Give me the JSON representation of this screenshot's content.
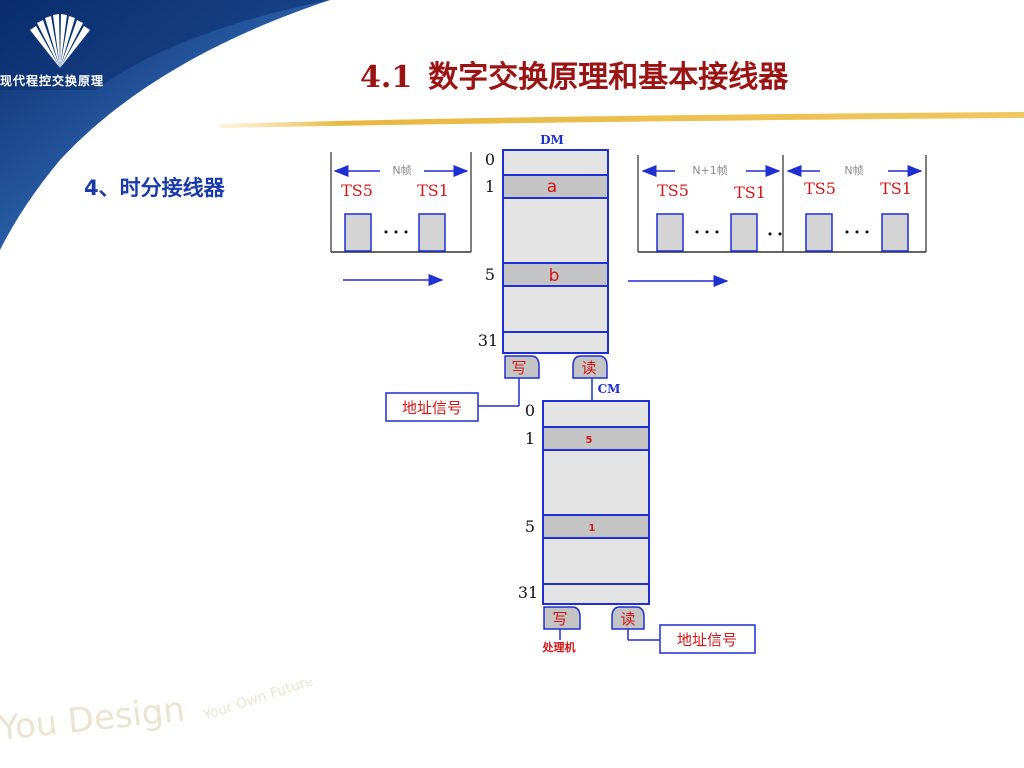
{
  "header": {
    "logo_text": "现代程控交换原理",
    "section_number": "4.1",
    "title": "数字交换原理和基本接线器"
  },
  "subtitle": "4、时分接线器",
  "diagram": {
    "dm_label": "DM",
    "cm_label": "CM",
    "frames": {
      "left_label": "N帧",
      "middle_label": "N+1帧",
      "right_label": "N帧"
    },
    "timeslots": {
      "ts5": "TS5",
      "ts1": "TS1",
      "dots": "• • •"
    },
    "dm_rows": {
      "r0": "0",
      "r1": "1",
      "r5": "5",
      "r31": "31",
      "cell_a": "a",
      "cell_b": "b"
    },
    "cm_rows": {
      "r0": "0",
      "r1": "1",
      "r5": "5",
      "r31": "31",
      "cell_1": "5",
      "cell_5": "1"
    },
    "dm_write": "写",
    "dm_read": "读",
    "cm_write": "写",
    "cm_read": "读",
    "address_signal_left": "地址信号",
    "address_signal_right": "地址信号",
    "processor": "处理机"
  },
  "watermark": "You Design Your Own Future",
  "colors": {
    "title_red": "#9b1414",
    "subtitle_blue": "#1a3aa8",
    "line_blue": "#1f2fd0",
    "cell_gray": "#c4c4c4",
    "cell_light": "#e4e4e4",
    "red_text": "#d01818",
    "corner_navy": "#0a2d6e",
    "gold": "#e8b840"
  }
}
